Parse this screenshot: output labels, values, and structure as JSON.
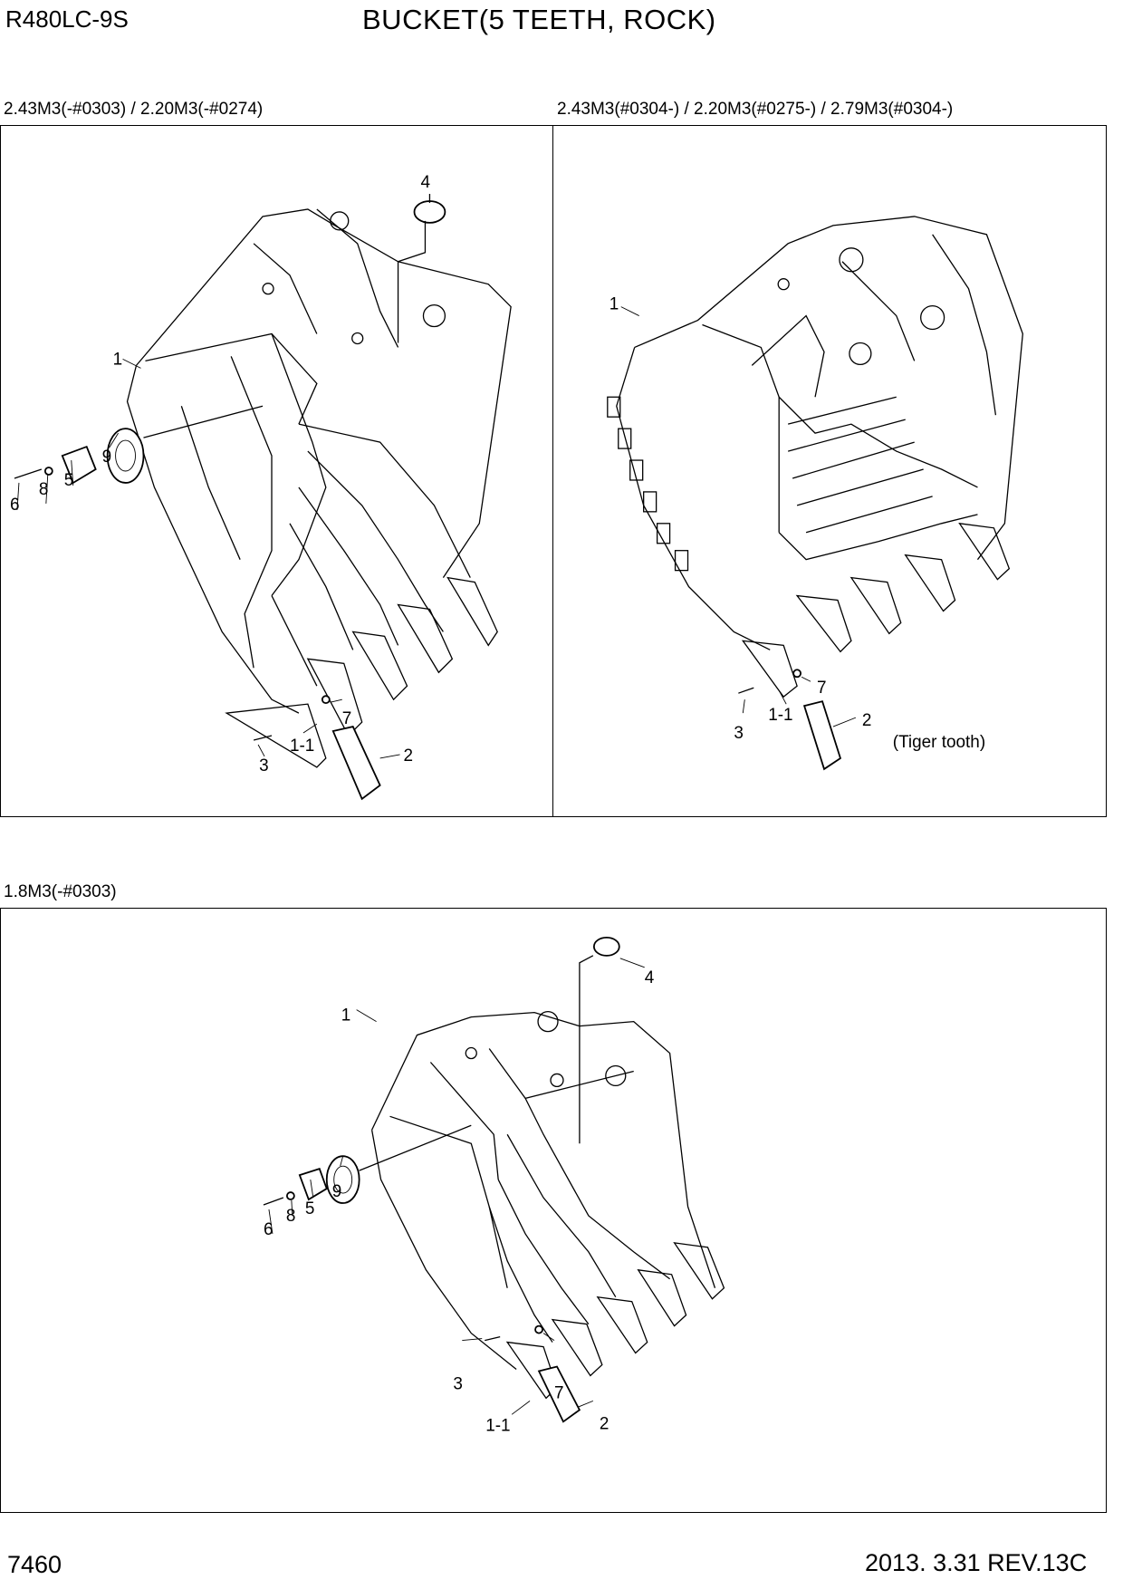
{
  "header": {
    "model": "R480LC-9S",
    "title": "BUCKET(5 TEETH, ROCK)"
  },
  "sections": [
    {
      "label": "2.43M3(-#0303) / 2.20M3(-#0274)"
    },
    {
      "label": "2.43M3(#0304-) / 2.20M3(#0275-) / 2.79M3(#0304-)"
    },
    {
      "label": "1.8M3(-#0303)"
    }
  ],
  "callouts": {
    "panel_a": [
      "1",
      "1-1",
      "2",
      "3",
      "4",
      "5",
      "6",
      "7",
      "8",
      "9"
    ],
    "panel_b": [
      "1",
      "1-1",
      "2",
      "(Tiger tooth)",
      "3",
      "7"
    ],
    "panel_c": [
      "1",
      "1-1",
      "2",
      "3",
      "4",
      "5",
      "6",
      "7",
      "8",
      "9"
    ]
  },
  "footer": {
    "page_number": "7460",
    "revision": "2013. 3.31  REV.13C"
  }
}
